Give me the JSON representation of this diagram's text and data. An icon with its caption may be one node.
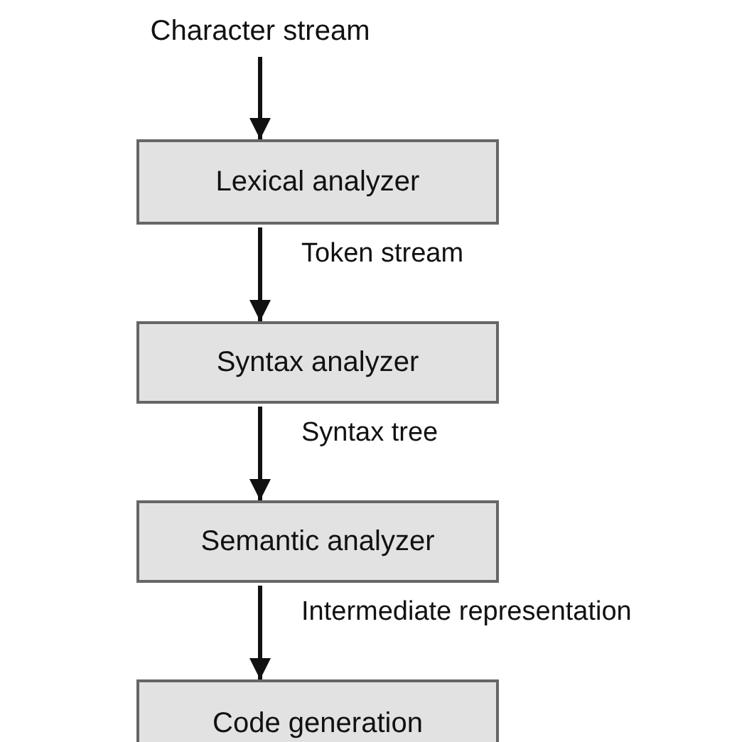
{
  "diagram": {
    "nodes": [
      {
        "text": [
          "Character stream"
        ]
      },
      {
        "text": [
          "Lexical analyzer"
        ]
      },
      {
        "text": [
          "Syntax analyzer"
        ]
      },
      {
        "text": [
          "Semantic analyzer"
        ]
      },
      {
        "text": [
          "Code generation"
        ]
      }
    ],
    "edges": [
      {
        "from": 0,
        "to": 1,
        "arrow": "to"
      },
      {
        "from": 1,
        "to": 2,
        "arrow": "to",
        "label": "Token stream"
      },
      {
        "from": 2,
        "to": 3,
        "arrow": "to",
        "label": "Syntax tree"
      },
      {
        "from": 3,
        "to": 4,
        "arrow": "to",
        "label": "Intermediate representation"
      }
    ]
  }
}
